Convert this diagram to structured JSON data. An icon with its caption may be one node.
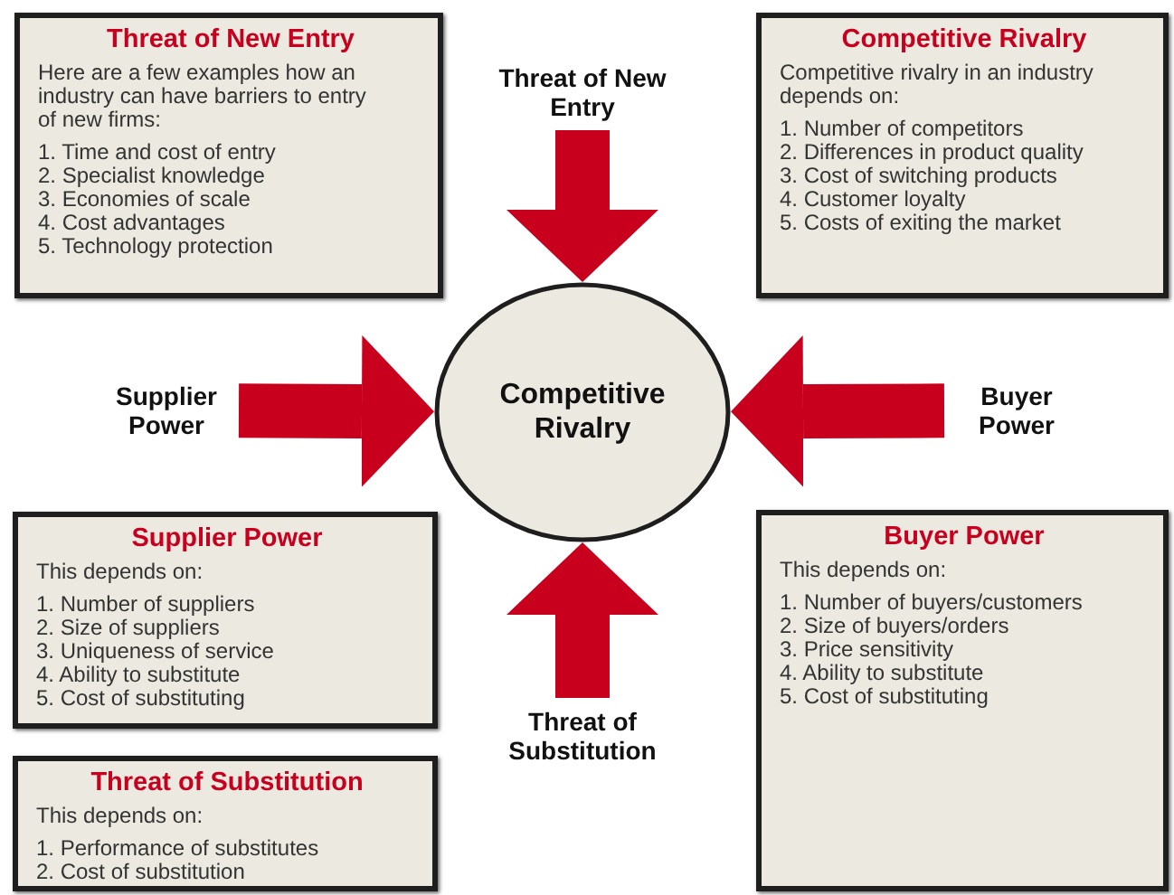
{
  "diagram": {
    "nodes": [
      {
        "text": [
          "Threat of New Entry",
          "Here are a few examples how an industry can have barriers to entry of new firms:",
          "1. Time and cost of entry",
          "2. Specialist knowledge",
          "3. Economies of scale",
          "4. Cost advantages",
          "5. Technology protection"
        ]
      },
      {
        "text": [
          "Competitive Rivalry",
          "Competitive rivalry in an industry depends on:",
          "1. Number of competitors",
          "2. Differences in product quality",
          "3. Cost of switching products",
          "4. Customer loyalty",
          "5. Costs of exiting the market"
        ]
      },
      {
        "text": [
          "Supplier Power",
          "This depends on:",
          "1. Number of suppliers",
          "2. Size of suppliers",
          "3. Uniqueness of service",
          "4. Ability to substitute",
          "5. Cost of substituting"
        ]
      },
      {
        "text": [
          "Threat of Substitution",
          "This depends on:",
          "1. Performance of substitutes",
          "2. Cost of substitution"
        ]
      },
      {
        "text": [
          "Buyer Power",
          "This depends on:",
          "1. Number of buyers/customers",
          "2. Size of buyers/orders",
          "3. Price sensitivity",
          "4. Ability to substitute",
          "5. Cost of substituting"
        ]
      },
      {
        "text": [
          "Competitive Rivalry"
        ]
      },
      {
        "text": [
          "Threat of New Entry"
        ]
      },
      {
        "text": [
          "Supplier Power"
        ]
      },
      {
        "text": [
          "Buyer Power"
        ]
      },
      {
        "text": [
          "Threat of Substitution"
        ]
      }
    ],
    "edges": [
      {
        "from": 6,
        "to": 5,
        "arrow": "to"
      },
      {
        "from": 7,
        "to": 5,
        "arrow": "to"
      },
      {
        "from": 8,
        "to": 5,
        "arrow": "to"
      },
      {
        "from": 9,
        "to": 5,
        "arrow": "to"
      }
    ]
  }
}
